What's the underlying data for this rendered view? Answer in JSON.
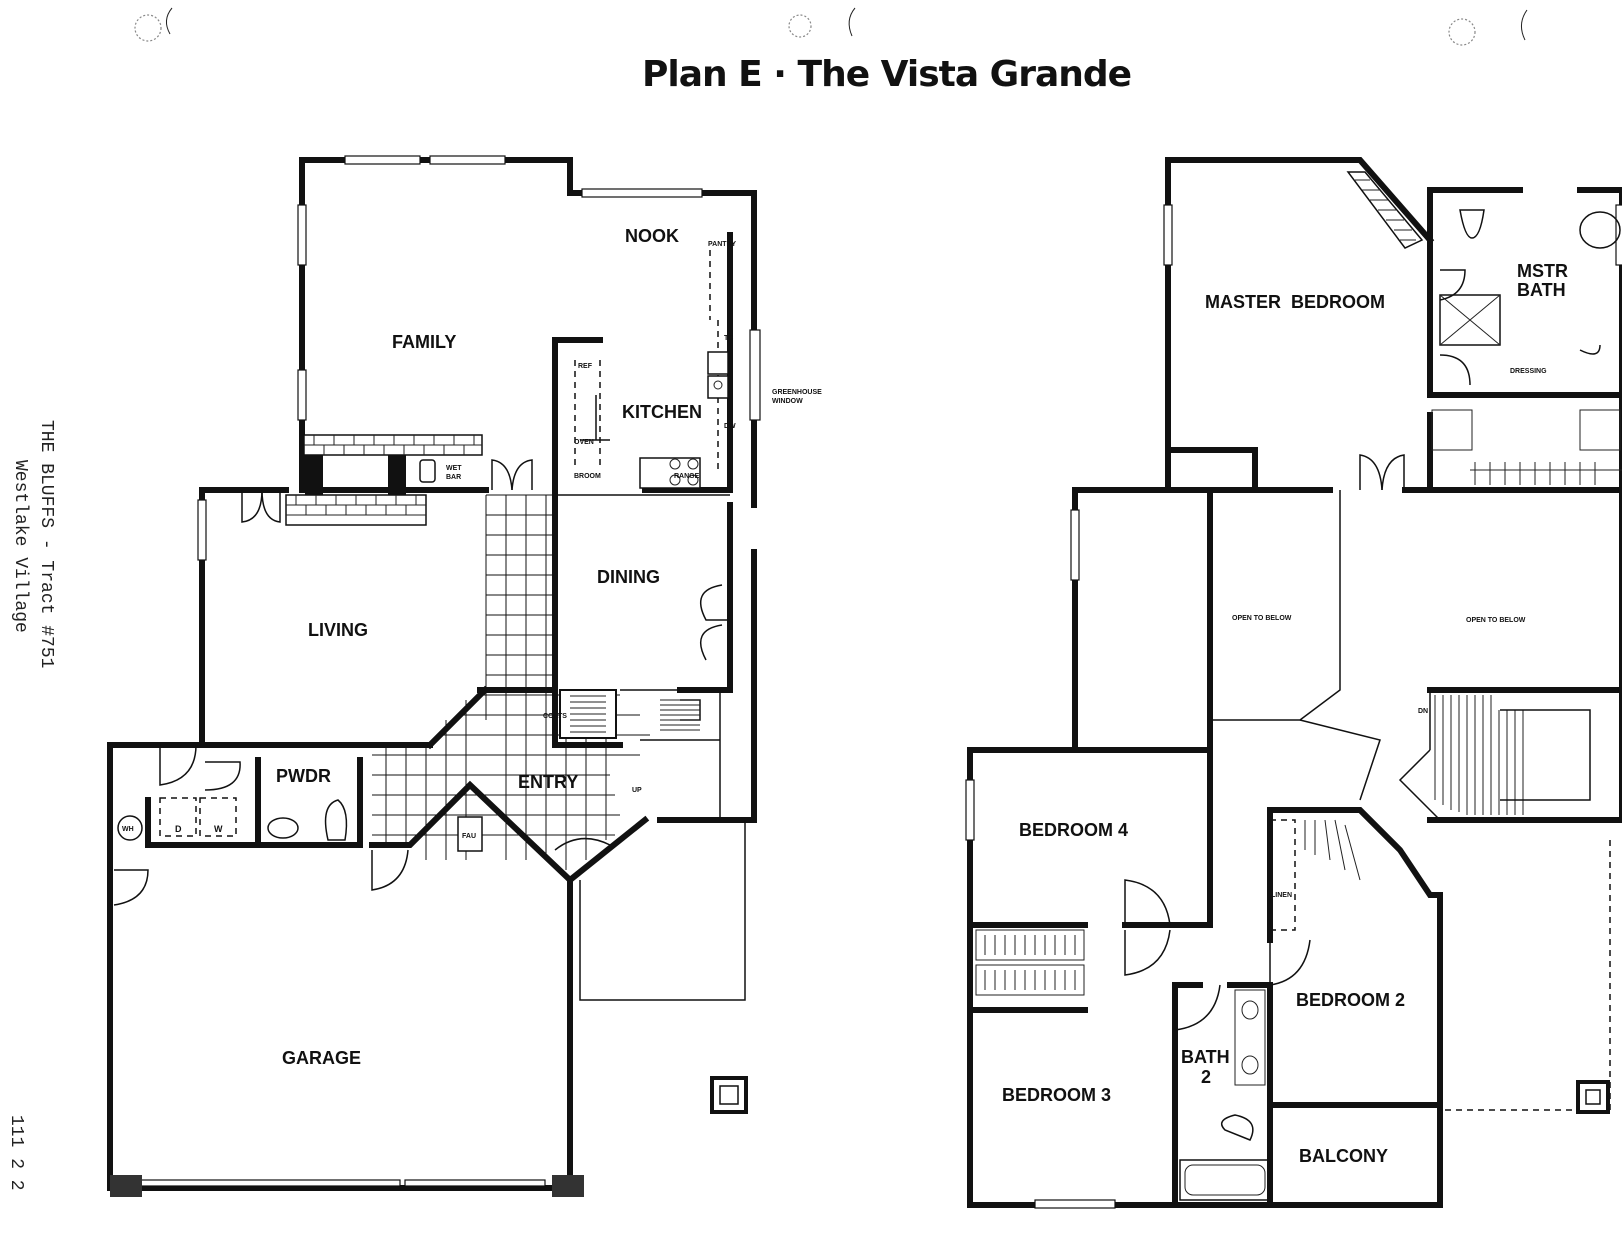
{
  "title": "Plan E · The Vista Grande",
  "side_text": {
    "line1": "THE BLUFFS  - Tract #751",
    "line2": "Westlake Village",
    "margin_note": "111 2 2"
  },
  "first_floor": {
    "rooms": {
      "nook": "NOOK",
      "pantry": "PANTRY",
      "family": "FAMILY",
      "kitchen": "KITCHEN",
      "ref": "REF",
      "oven": "OVEN",
      "broom": "BROOM",
      "range": "RANGE",
      "tc": "TC",
      "dw": "DW",
      "greenhouse_1": "GREENHOUSE",
      "greenhouse_2": "WINDOW",
      "wet_bar_1": "WET",
      "wet_bar_2": "BAR",
      "living": "LIVING",
      "dining": "DINING",
      "coats": "COATS",
      "up": "UP",
      "entry": "ENTRY",
      "fau": "FAU",
      "pwdr": "PWDR",
      "wh": "WH",
      "dryer": "D",
      "washer": "W",
      "garage": "GARAGE"
    }
  },
  "second_floor": {
    "rooms": {
      "master_bedroom": "MASTER  BEDROOM",
      "mstr_bath_1": "MSTR",
      "mstr_bath_2": "BATH",
      "dressing": "DRESSING",
      "open_below_left": "OPEN TO BELOW",
      "open_below_right": "OPEN TO BELOW",
      "dn": "DN",
      "bedroom4": "BEDROOM 4",
      "linen": "LINEN",
      "bedroom2": "BEDROOM 2",
      "bath2_1": "BATH",
      "bath2_2": "2",
      "bedroom3": "BEDROOM 3",
      "balcony": "BALCONY"
    }
  }
}
